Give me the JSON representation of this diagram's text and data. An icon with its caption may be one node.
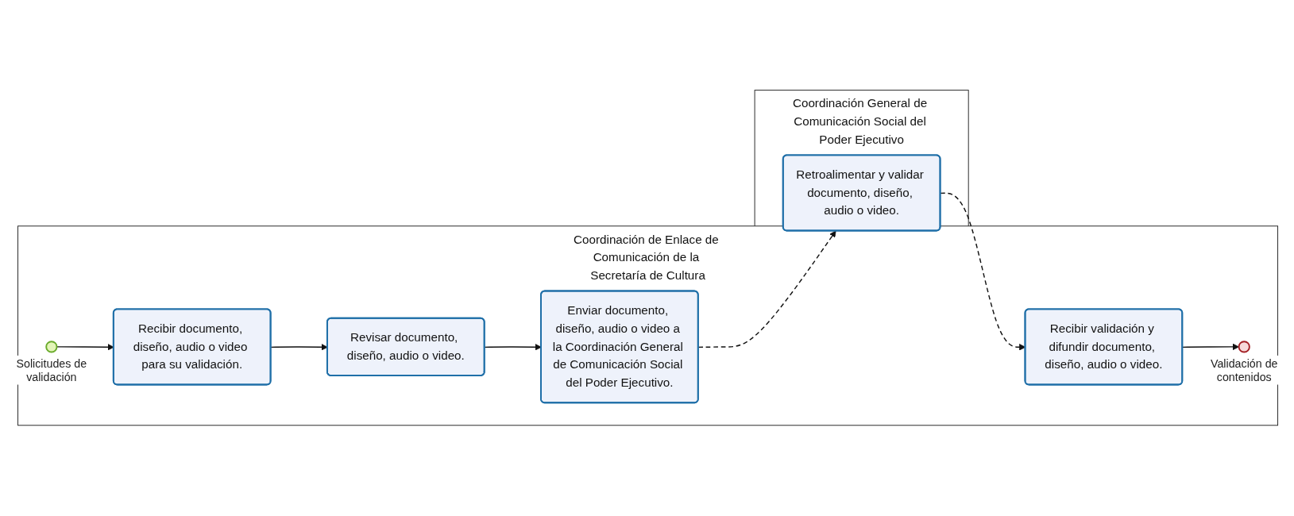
{
  "diagram": {
    "nodes": [
      {
        "text": [
          "Coordinación de Enlace de Comunicación de la Secretaría de Cultura"
        ]
      },
      {
        "text": [],
        "shape": "circle",
        "beside": [
          "Solicitudes de validación"
        ],
        "in": 0
      },
      {
        "text": [
          "Recibir documento, diseño, audio o video para su validación."
        ],
        "in": 0
      },
      {
        "text": [
          "Revisar documento, diseño, audio o video."
        ],
        "in": 0
      },
      {
        "text": [
          "Enviar documento, diseño, audio o video a la Coordinación General de Comunicación Social del Poder Ejecutivo."
        ],
        "in": 0
      },
      {
        "text": [
          "Recibir validación y difundir documento, diseño, audio o video."
        ],
        "in": 0
      },
      {
        "text": [],
        "shape": "circle",
        "beside": [
          "Validación de contenidos"
        ],
        "in": 0
      },
      {
        "text": [
          "Coordinación General de Comunicación Social del Poder Ejecutivo"
        ]
      },
      {
        "text": [
          "Retroalimentar y validar documento, diseño, audio o video."
        ],
        "in": 7
      }
    ],
    "edges": [
      {
        "from": 1,
        "to": 2,
        "arrow": "to"
      },
      {
        "from": 2,
        "to": 3,
        "arrow": "to"
      },
      {
        "from": 3,
        "to": 4,
        "arrow": "to"
      },
      {
        "from": 4,
        "to": 8,
        "arrow": "to",
        "style": "dashed"
      },
      {
        "from": 8,
        "to": 5,
        "arrow": "to",
        "style": "dashed"
      },
      {
        "from": 5,
        "to": 6,
        "arrow": "to"
      }
    ]
  }
}
